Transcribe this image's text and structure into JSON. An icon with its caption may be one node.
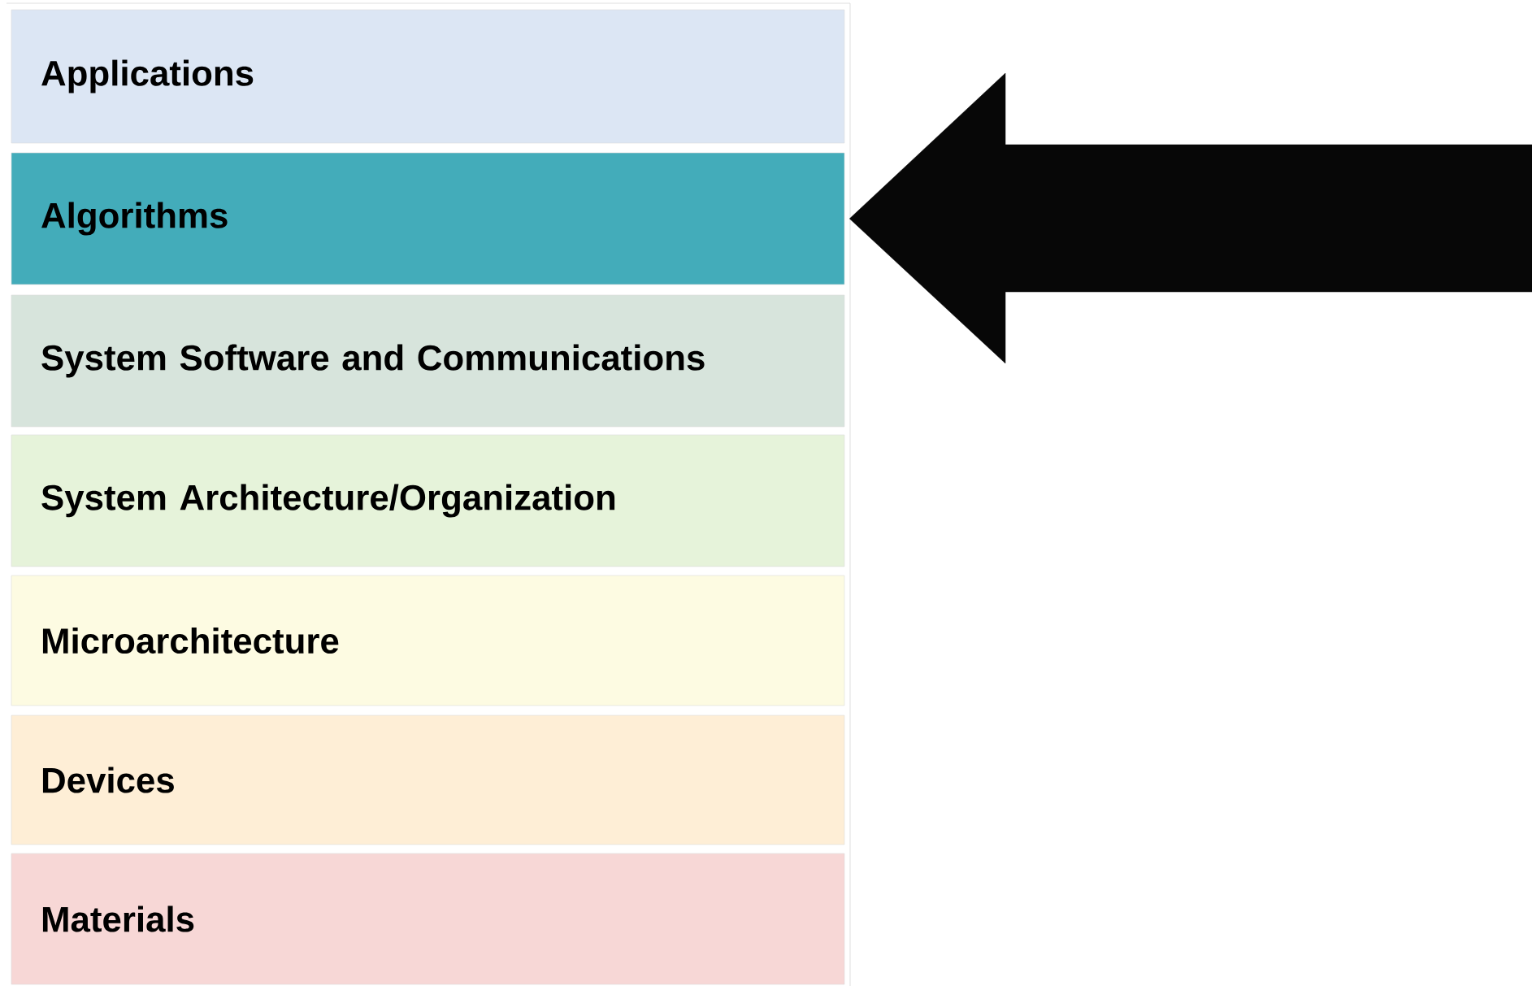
{
  "diagram": {
    "nodes": [
      {
        "text": [
          "Applications"
        ]
      },
      {
        "text": [
          "Algorithms"
        ]
      },
      {
        "text": [
          "System Software and Communications"
        ]
      },
      {
        "text": [
          "System Architecture/Organization"
        ]
      },
      {
        "text": [
          "Microarchitecture"
        ]
      },
      {
        "text": [
          "Devices"
        ]
      },
      {
        "text": [
          "Materials"
        ]
      }
    ],
    "edges": [
      {
        "from": null,
        "to": 1,
        "arrow": "to"
      }
    ]
  }
}
